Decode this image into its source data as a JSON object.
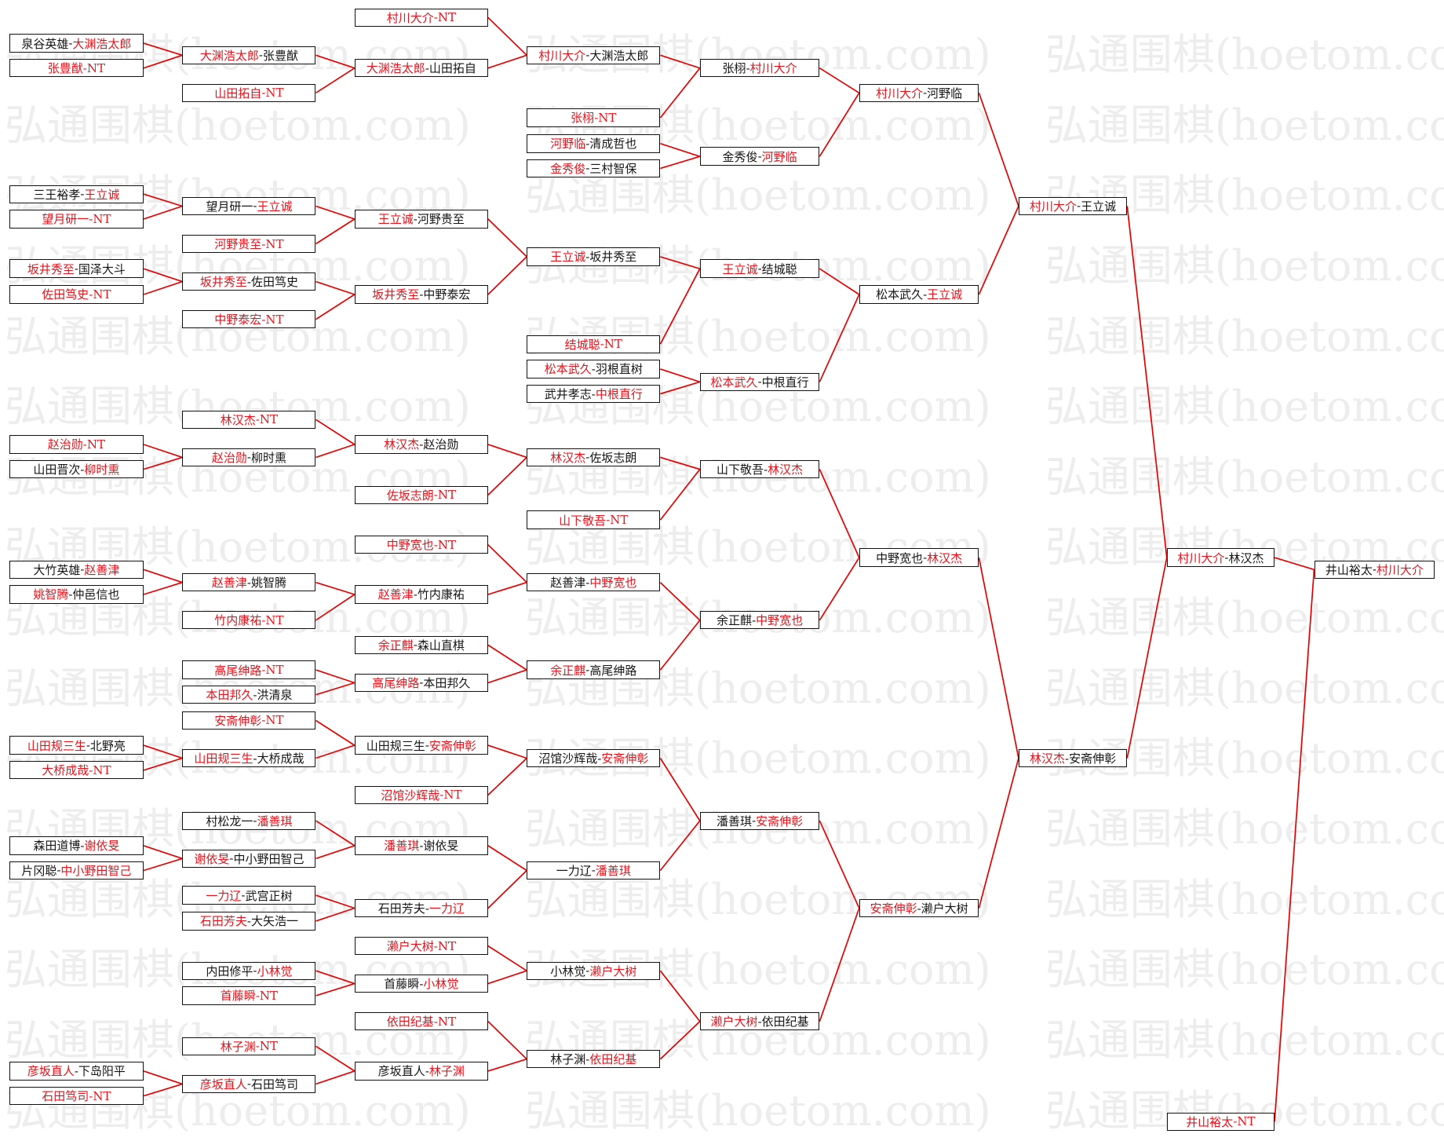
{
  "site_watermark": "弘通围棋(hoetom.com)",
  "separator": "-",
  "colors": {
    "highlight": "#e3141c",
    "normal": "#151515",
    "connector": "#e60000",
    "watermark": "#ededed",
    "box_border": "#111111"
  },
  "rounds": [
    {
      "matches": [
        {
          "a": "泉谷英雄",
          "b": "大渊浩太郎",
          "a_red": false,
          "b_red": true
        },
        {
          "a": "张豊猷",
          "b": "NT",
          "a_red": true,
          "b_red": true
        },
        {
          "a": "三王裕孝",
          "b": "王立诚",
          "a_red": false,
          "b_red": true
        },
        {
          "a": "望月研一",
          "b": "NT",
          "a_red": true,
          "b_red": true
        },
        {
          "a": "坂井秀至",
          "b": "国泽大斗",
          "a_red": true,
          "b_red": false
        },
        {
          "a": "佐田笃史",
          "b": "NT",
          "a_red": true,
          "b_red": true
        },
        {
          "a": "赵治勋",
          "b": "NT",
          "a_red": true,
          "b_red": true
        },
        {
          "a": "山田晋次",
          "b": "柳时熏",
          "a_red": false,
          "b_red": true
        },
        {
          "a": "大竹英雄",
          "b": "赵善津",
          "a_red": false,
          "b_red": true
        },
        {
          "a": "姚智腾",
          "b": "仲邑信也",
          "a_red": true,
          "b_red": false
        },
        {
          "a": "山田规三生",
          "b": "北野亮",
          "a_red": true,
          "b_red": false
        },
        {
          "a": "大桥成哉",
          "b": "NT",
          "a_red": true,
          "b_red": true
        },
        {
          "a": "森田道博",
          "b": "谢依旻",
          "a_red": false,
          "b_red": true
        },
        {
          "a": "片冈聪",
          "b": "中小野田智己",
          "a_red": false,
          "b_red": true
        },
        {
          "a": "彦坂直人",
          "b": "下岛阳平",
          "a_red": true,
          "b_red": false
        },
        {
          "a": "石田笃司",
          "b": "NT",
          "a_red": true,
          "b_red": true
        }
      ]
    },
    {
      "matches": [
        {
          "a": "大渊浩太郎",
          "b": "张豊猷",
          "a_red": true,
          "b_red": false
        },
        {
          "a": "山田拓自",
          "b": "NT",
          "a_red": true,
          "b_red": true
        },
        {
          "a": "望月研一",
          "b": "王立诚",
          "a_red": false,
          "b_red": true
        },
        {
          "a": "河野贵至",
          "b": "NT",
          "a_red": true,
          "b_red": true
        },
        {
          "a": "坂井秀至",
          "b": "佐田笃史",
          "a_red": true,
          "b_red": false
        },
        {
          "a": "中野泰宏",
          "b": "NT",
          "a_red": true,
          "b_red": true
        },
        {
          "a": "林汉杰",
          "b": "NT",
          "a_red": true,
          "b_red": true
        },
        {
          "a": "赵治勋",
          "b": "柳时熏",
          "a_red": true,
          "b_red": false
        },
        {
          "a": "赵善津",
          "b": "姚智腾",
          "a_red": true,
          "b_red": false
        },
        {
          "a": "竹内康祐",
          "b": "NT",
          "a_red": true,
          "b_red": true
        },
        {
          "a": "高尾绅路",
          "b": "NT",
          "a_red": true,
          "b_red": true
        },
        {
          "a": "本田邦久",
          "b": "洪清泉",
          "a_red": true,
          "b_red": false
        },
        {
          "a": "安斋伸彰",
          "b": "NT",
          "a_red": true,
          "b_red": true
        },
        {
          "a": "山田规三生",
          "b": "大桥成哉",
          "a_red": true,
          "b_red": false
        },
        {
          "a": "村松龙一",
          "b": "潘善琪",
          "a_red": false,
          "b_red": true
        },
        {
          "a": "谢依旻",
          "b": "中小野田智己",
          "a_red": true,
          "b_red": false
        },
        {
          "a": "一力辽",
          "b": "武宫正树",
          "a_red": true,
          "b_red": false
        },
        {
          "a": "石田芳夫",
          "b": "大矢浩一",
          "a_red": true,
          "b_red": false
        },
        {
          "a": "内田修平",
          "b": "小林觉",
          "a_red": false,
          "b_red": true
        },
        {
          "a": "首藤瞬",
          "b": "NT",
          "a_red": true,
          "b_red": true
        },
        {
          "a": "林子渊",
          "b": "NT",
          "a_red": true,
          "b_red": true
        },
        {
          "a": "彦坂直人",
          "b": "石田笃司",
          "a_red": true,
          "b_red": false
        }
      ]
    },
    {
      "matches": [
        {
          "a": "村川大介",
          "b": "NT",
          "a_red": true,
          "b_red": true
        },
        {
          "a": "大渊浩太郎",
          "b": "山田拓自",
          "a_red": true,
          "b_red": false
        },
        {
          "a": "王立诚",
          "b": "河野贵至",
          "a_red": true,
          "b_red": false
        },
        {
          "a": "坂井秀至",
          "b": "中野泰宏",
          "a_red": true,
          "b_red": false
        },
        {
          "a": "林汉杰",
          "b": "赵治勋",
          "a_red": true,
          "b_red": false
        },
        {
          "a": "佐坂志朗",
          "b": "NT",
          "a_red": true,
          "b_red": true
        },
        {
          "a": "中野宽也",
          "b": "NT",
          "a_red": true,
          "b_red": true
        },
        {
          "a": "赵善津",
          "b": "竹内康祐",
          "a_red": true,
          "b_red": false
        },
        {
          "a": "余正麒",
          "b": "森山直棋",
          "a_red": true,
          "b_red": false
        },
        {
          "a": "高尾绅路",
          "b": "本田邦久",
          "a_red": true,
          "b_red": false
        },
        {
          "a": "山田规三生",
          "b": "安斋伸彰",
          "a_red": false,
          "b_red": true
        },
        {
          "a": "沼馆沙辉哉",
          "b": "NT",
          "a_red": true,
          "b_red": true
        },
        {
          "a": "潘善琪",
          "b": "谢依旻",
          "a_red": true,
          "b_red": false
        },
        {
          "a": "石田芳夫",
          "b": "一力辽",
          "a_red": false,
          "b_red": true
        },
        {
          "a": "濑户大树",
          "b": "NT",
          "a_red": true,
          "b_red": true
        },
        {
          "a": "首藤瞬",
          "b": "小林觉",
          "a_red": false,
          "b_red": true
        },
        {
          "a": "依田纪基",
          "b": "NT",
          "a_red": true,
          "b_red": true
        },
        {
          "a": "彦坂直人",
          "b": "林子渊",
          "a_red": false,
          "b_red": true
        }
      ]
    },
    {
      "matches": [
        {
          "a": "村川大介",
          "b": "大渊浩太郎",
          "a_red": true,
          "b_red": false
        },
        {
          "a": "张栩",
          "b": "NT",
          "a_red": true,
          "b_red": true
        },
        {
          "a": "河野临",
          "b": "清成哲也",
          "a_red": true,
          "b_red": false
        },
        {
          "a": "金秀俊",
          "b": "三村智保",
          "a_red": true,
          "b_red": false
        },
        {
          "a": "王立诚",
          "b": "坂井秀至",
          "a_red": true,
          "b_red": false
        },
        {
          "a": "结城聪",
          "b": "NT",
          "a_red": true,
          "b_red": true
        },
        {
          "a": "松本武久",
          "b": "羽根直树",
          "a_red": true,
          "b_red": false
        },
        {
          "a": "武井孝志",
          "b": "中根直行",
          "a_red": false,
          "b_red": true
        },
        {
          "a": "林汉杰",
          "b": "佐坂志朗",
          "a_red": true,
          "b_red": false
        },
        {
          "a": "山下敬吾",
          "b": "NT",
          "a_red": true,
          "b_red": true
        },
        {
          "a": "赵善津",
          "b": "中野宽也",
          "a_red": false,
          "b_red": true
        },
        {
          "a": "余正麒",
          "b": "高尾绅路",
          "a_red": true,
          "b_red": false
        },
        {
          "a": "沼馆沙辉哉",
          "b": "安斋伸彰",
          "a_red": false,
          "b_red": true
        },
        {
          "a": "一力辽",
          "b": "潘善琪",
          "a_red": false,
          "b_red": true
        },
        {
          "a": "小林觉",
          "b": "濑户大树",
          "a_red": false,
          "b_red": true
        },
        {
          "a": "林子渊",
          "b": "依田纪基",
          "a_red": false,
          "b_red": true
        }
      ]
    },
    {
      "matches": [
        {
          "a": "张栩",
          "b": "村川大介",
          "a_red": false,
          "b_red": true
        },
        {
          "a": "金秀俊",
          "b": "河野临",
          "a_red": false,
          "b_red": true
        },
        {
          "a": "王立诚",
          "b": "结城聪",
          "a_red": true,
          "b_red": false
        },
        {
          "a": "松本武久",
          "b": "中根直行",
          "a_red": true,
          "b_red": false
        },
        {
          "a": "山下敬吾",
          "b": "林汉杰",
          "a_red": false,
          "b_red": true
        },
        {
          "a": "余正麒",
          "b": "中野宽也",
          "a_red": false,
          "b_red": true
        },
        {
          "a": "潘善琪",
          "b": "安斋伸彰",
          "a_red": false,
          "b_red": true
        },
        {
          "a": "濑户大树",
          "b": "依田纪基",
          "a_red": true,
          "b_red": false
        }
      ]
    },
    {
      "matches": [
        {
          "a": "村川大介",
          "b": "河野临",
          "a_red": true,
          "b_red": false
        },
        {
          "a": "松本武久",
          "b": "王立诚",
          "a_red": false,
          "b_red": true
        },
        {
          "a": "中野宽也",
          "b": "林汉杰",
          "a_red": false,
          "b_red": true
        },
        {
          "a": "安斋伸彰",
          "b": "濑户大树",
          "a_red": true,
          "b_red": false
        }
      ]
    },
    {
      "matches": [
        {
          "a": "村川大介",
          "b": "王立诚",
          "a_red": true,
          "b_red": false
        },
        {
          "a": "林汉杰",
          "b": "安斋伸彰",
          "a_red": true,
          "b_red": false
        }
      ]
    },
    {
      "matches": [
        {
          "a": "村川大介",
          "b": "林汉杰",
          "a_red": true,
          "b_red": false
        },
        {
          "a": "井山裕太",
          "b": "NT",
          "a_red": true,
          "b_red": true
        }
      ]
    },
    {
      "matches": [
        {
          "a": "井山裕太",
          "b": "村川大介",
          "a_red": false,
          "b_red": true
        }
      ]
    }
  ]
}
